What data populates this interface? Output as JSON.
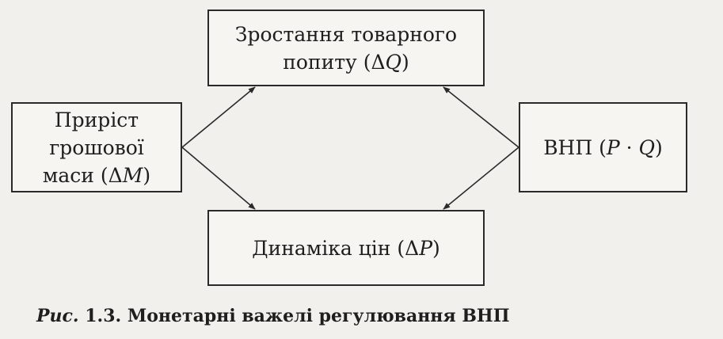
{
  "boxes": {
    "top": {
      "line1": "Зростання товарного",
      "line2_prefix": "попиту (Δ",
      "line2_var": "Q",
      "line2_suffix": ")"
    },
    "left": {
      "line1": "Приріст",
      "line2": "грошової",
      "line3_prefix": "маси (Δ",
      "line3_var": "M",
      "line3_suffix": ")"
    },
    "right": {
      "prefix": "ВНП (",
      "var_p": "P",
      "dot": " · ",
      "var_q": "Q",
      "suffix": ")"
    },
    "bottom": {
      "prefix": "Динаміка цін (Δ",
      "var": "P",
      "suffix": ")"
    }
  },
  "caption": {
    "label": "Рис.",
    "text": " 1.3. Монетарні важелі регулювання ВНП"
  },
  "colors": {
    "line": "#2a2a2a",
    "background": "#f1f0ec"
  }
}
